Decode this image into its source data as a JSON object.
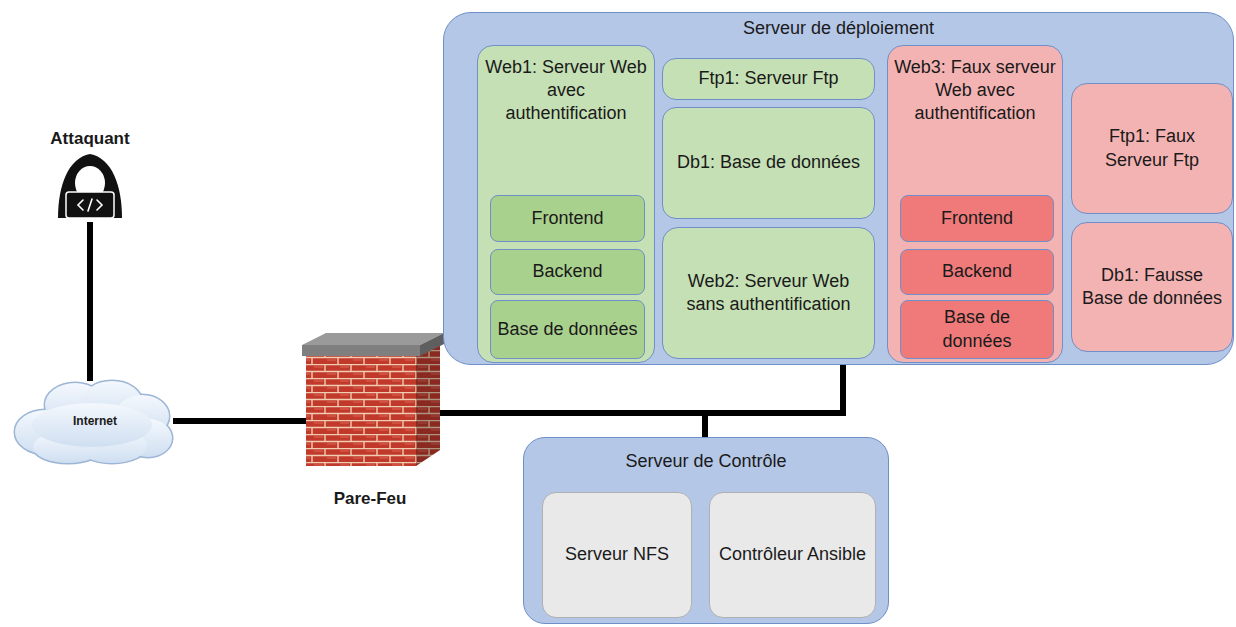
{
  "diagram": {
    "nodes": [
      {
        "text": [
          "Attaquant"
        ]
      },
      {
        "text": [
          "Internet"
        ]
      },
      {
        "text": [
          "Pare-Feu"
        ]
      },
      {
        "text": [
          "Serveur de déploiement"
        ]
      },
      {
        "text": [
          "Web1: Serveur Web avec authentification"
        ],
        "in": 3
      },
      {
        "text": [
          "Frontend"
        ],
        "in": 4
      },
      {
        "text": [
          "Backend"
        ],
        "in": 4
      },
      {
        "text": [
          "Base de données"
        ],
        "in": 4
      },
      {
        "text": [
          "Ftp1: Serveur Ftp"
        ],
        "in": 3
      },
      {
        "text": [
          "Db1: Base de données"
        ],
        "in": 3
      },
      {
        "text": [
          "Web2: Serveur Web sans authentification"
        ],
        "in": 3
      },
      {
        "text": [
          "Web3: Faux serveur Web avec authentification"
        ],
        "in": 3
      },
      {
        "text": [
          "Frontend"
        ],
        "in": 11
      },
      {
        "text": [
          "Backend"
        ],
        "in": 11
      },
      {
        "text": [
          "Base de données"
        ],
        "in": 11
      },
      {
        "text": [
          "Ftp1: Faux Serveur Ftp"
        ],
        "in": 3
      },
      {
        "text": [
          "Db1: Fausse Base de données"
        ],
        "in": 3
      },
      {
        "text": [
          "Serveur de Contrôle"
        ]
      },
      {
        "text": [
          "Serveur NFS"
        ],
        "in": 17
      },
      {
        "text": [
          "Contrôleur Ansible"
        ],
        "in": 17
      }
    ],
    "edges": [
      {
        "from": 0,
        "to": 1,
        "arrow": "none"
      },
      {
        "from": 1,
        "to": 2,
        "arrow": "none"
      },
      {
        "from": 2,
        "to": 3,
        "arrow": "none"
      },
      {
        "from": 2,
        "to": 17,
        "arrow": "none"
      }
    ]
  }
}
